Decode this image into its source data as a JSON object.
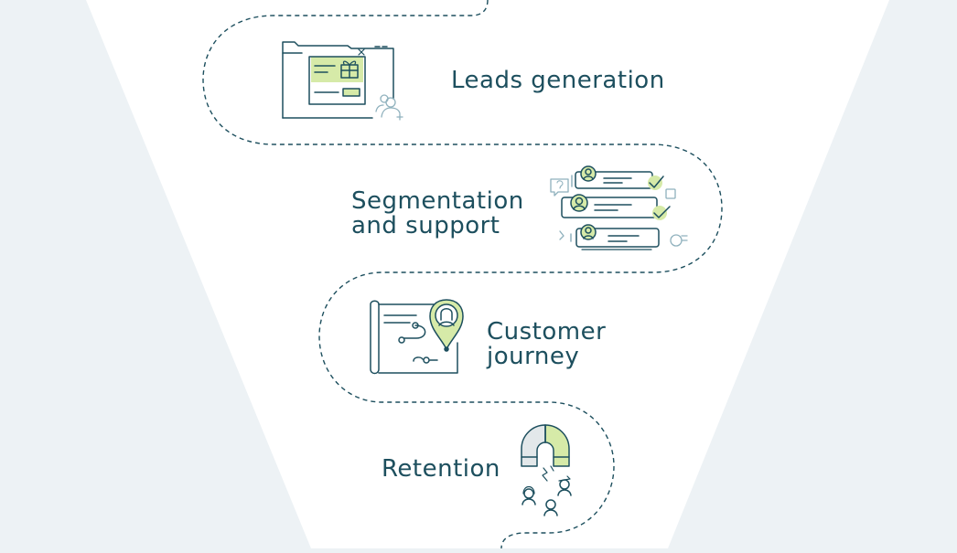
{
  "stages": [
    {
      "id": "leads",
      "lines": [
        "Leads generation"
      ]
    },
    {
      "id": "segmentation",
      "lines": [
        "Segmentation",
        "and support"
      ]
    },
    {
      "id": "journey",
      "lines": [
        "Customer",
        "journey"
      ]
    },
    {
      "id": "retention",
      "lines": [
        "Retention"
      ]
    }
  ],
  "icons": {
    "leads": "lead-capture-form-icon",
    "segmentation": "segmented-contacts-icon",
    "journey": "journey-map-icon",
    "retention": "magnet-icon"
  },
  "colors": {
    "background": "#edf2f5",
    "funnel": "#ffffff",
    "ink": "#1d4f5e",
    "accent": "#d6eaa8",
    "muted": "#8fb1bd"
  }
}
